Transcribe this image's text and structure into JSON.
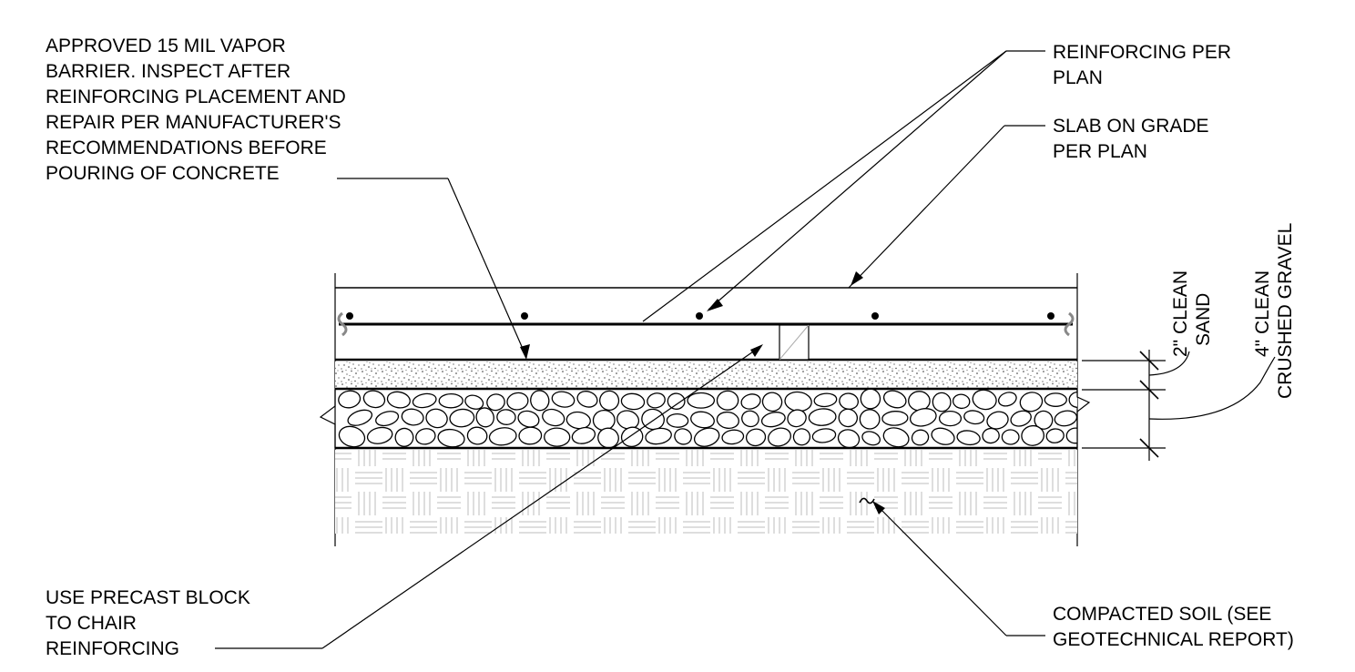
{
  "notes": {
    "vapor_barrier": [
      "APPROVED 15 MIL VAPOR",
      "BARRIER. INSPECT AFTER",
      "REINFORCING PLACEMENT AND",
      "REPAIR PER MANUFACTURER'S",
      "RECOMMENDATIONS BEFORE",
      "POURING OF CONCRETE"
    ],
    "reinforcing": [
      "REINFORCING PER",
      "PLAN"
    ],
    "slab": [
      "SLAB ON GRADE",
      "PER PLAN"
    ],
    "precast_block": [
      "USE PRECAST BLOCK",
      "TO CHAIR",
      "REINFORCING"
    ],
    "compacted_soil": [
      "COMPACTED SOIL (SEE",
      "GEOTECHNICAL REPORT)"
    ],
    "sand_dim": [
      "2\" CLEAN",
      "SAND"
    ],
    "gravel_dim": [
      "4\" CLEAN",
      "CRUSHED GRAVEL"
    ]
  }
}
